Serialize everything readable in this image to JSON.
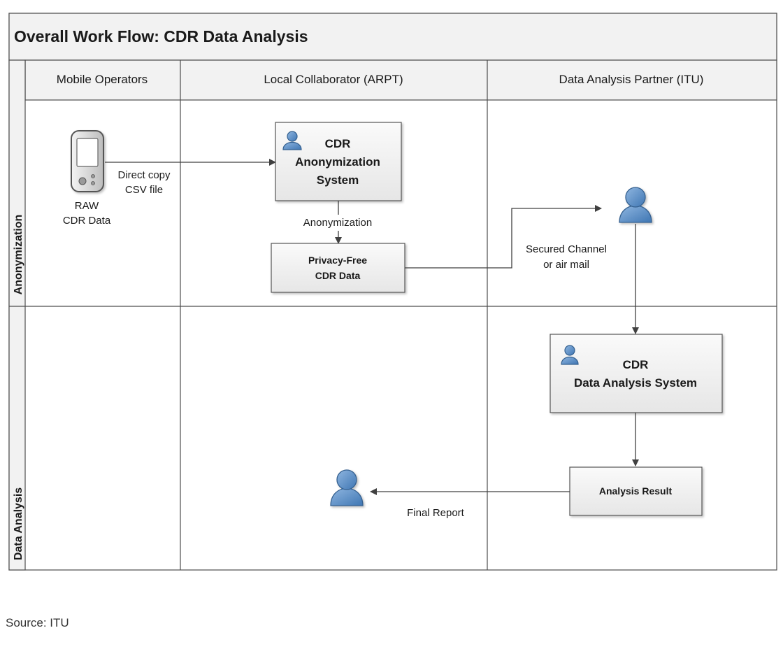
{
  "title": "Overall Work Flow: CDR Data Analysis",
  "columns": [
    "Mobile Operators",
    "Local Collaborator (ARPT)",
    "Data Analysis Partner (ITU)"
  ],
  "rows": [
    "Anonymization",
    "Data Analysis"
  ],
  "nodes": {
    "raw_data": [
      "RAW",
      "CDR Data"
    ],
    "anonymization_system": [
      "CDR",
      "Anonymization",
      "System"
    ],
    "privacy_free": [
      "Privacy-Free",
      "CDR Data"
    ],
    "analysis_system": [
      "CDR",
      "Data Analysis System"
    ],
    "analysis_result": "Analysis Result"
  },
  "edges": {
    "direct_copy": [
      "Direct copy",
      "CSV file"
    ],
    "anonymization": "Anonymization",
    "secured_channel": [
      "Secured Channel",
      "or air mail"
    ],
    "final_report": "Final Report"
  },
  "source": "Source: ITU",
  "colors": {
    "border": "#4d4d4d",
    "header_fill": "#f2f2f2",
    "box_fill": "#f0f0f0",
    "person_fill": "#5b8fc9",
    "person_stroke": "#34608f",
    "arrow": "#404040"
  }
}
